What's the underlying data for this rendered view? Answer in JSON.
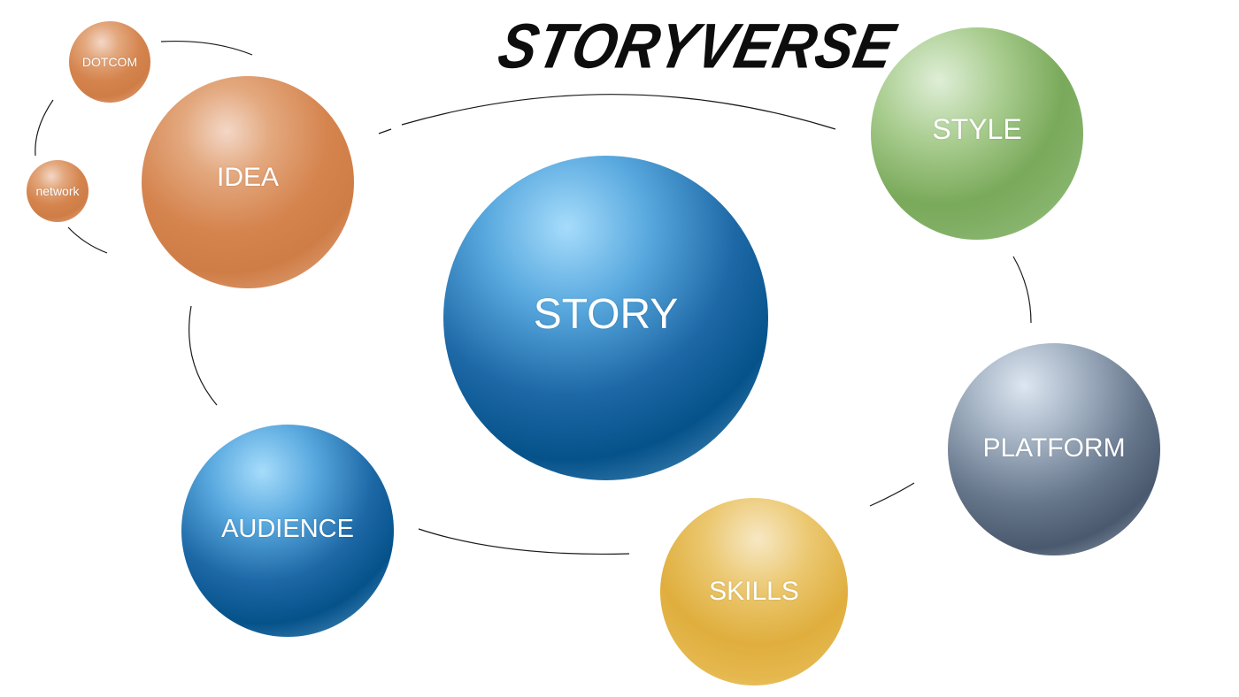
{
  "title": "STORYVERSE",
  "nodes": {
    "story": "STORY",
    "idea": "IDEA",
    "dotcom": "DOTCOM",
    "network": "network",
    "style": "STYLE",
    "platform": "PLATFORM",
    "skills": "SKILLS",
    "audience": "AUDIENCE"
  },
  "colors": {
    "orange": "#d5844e",
    "blue": "#05528a",
    "green": "#79a95a",
    "slate": "#4a596e",
    "gold": "#dfae3d",
    "connector": "#1a1a1a"
  }
}
